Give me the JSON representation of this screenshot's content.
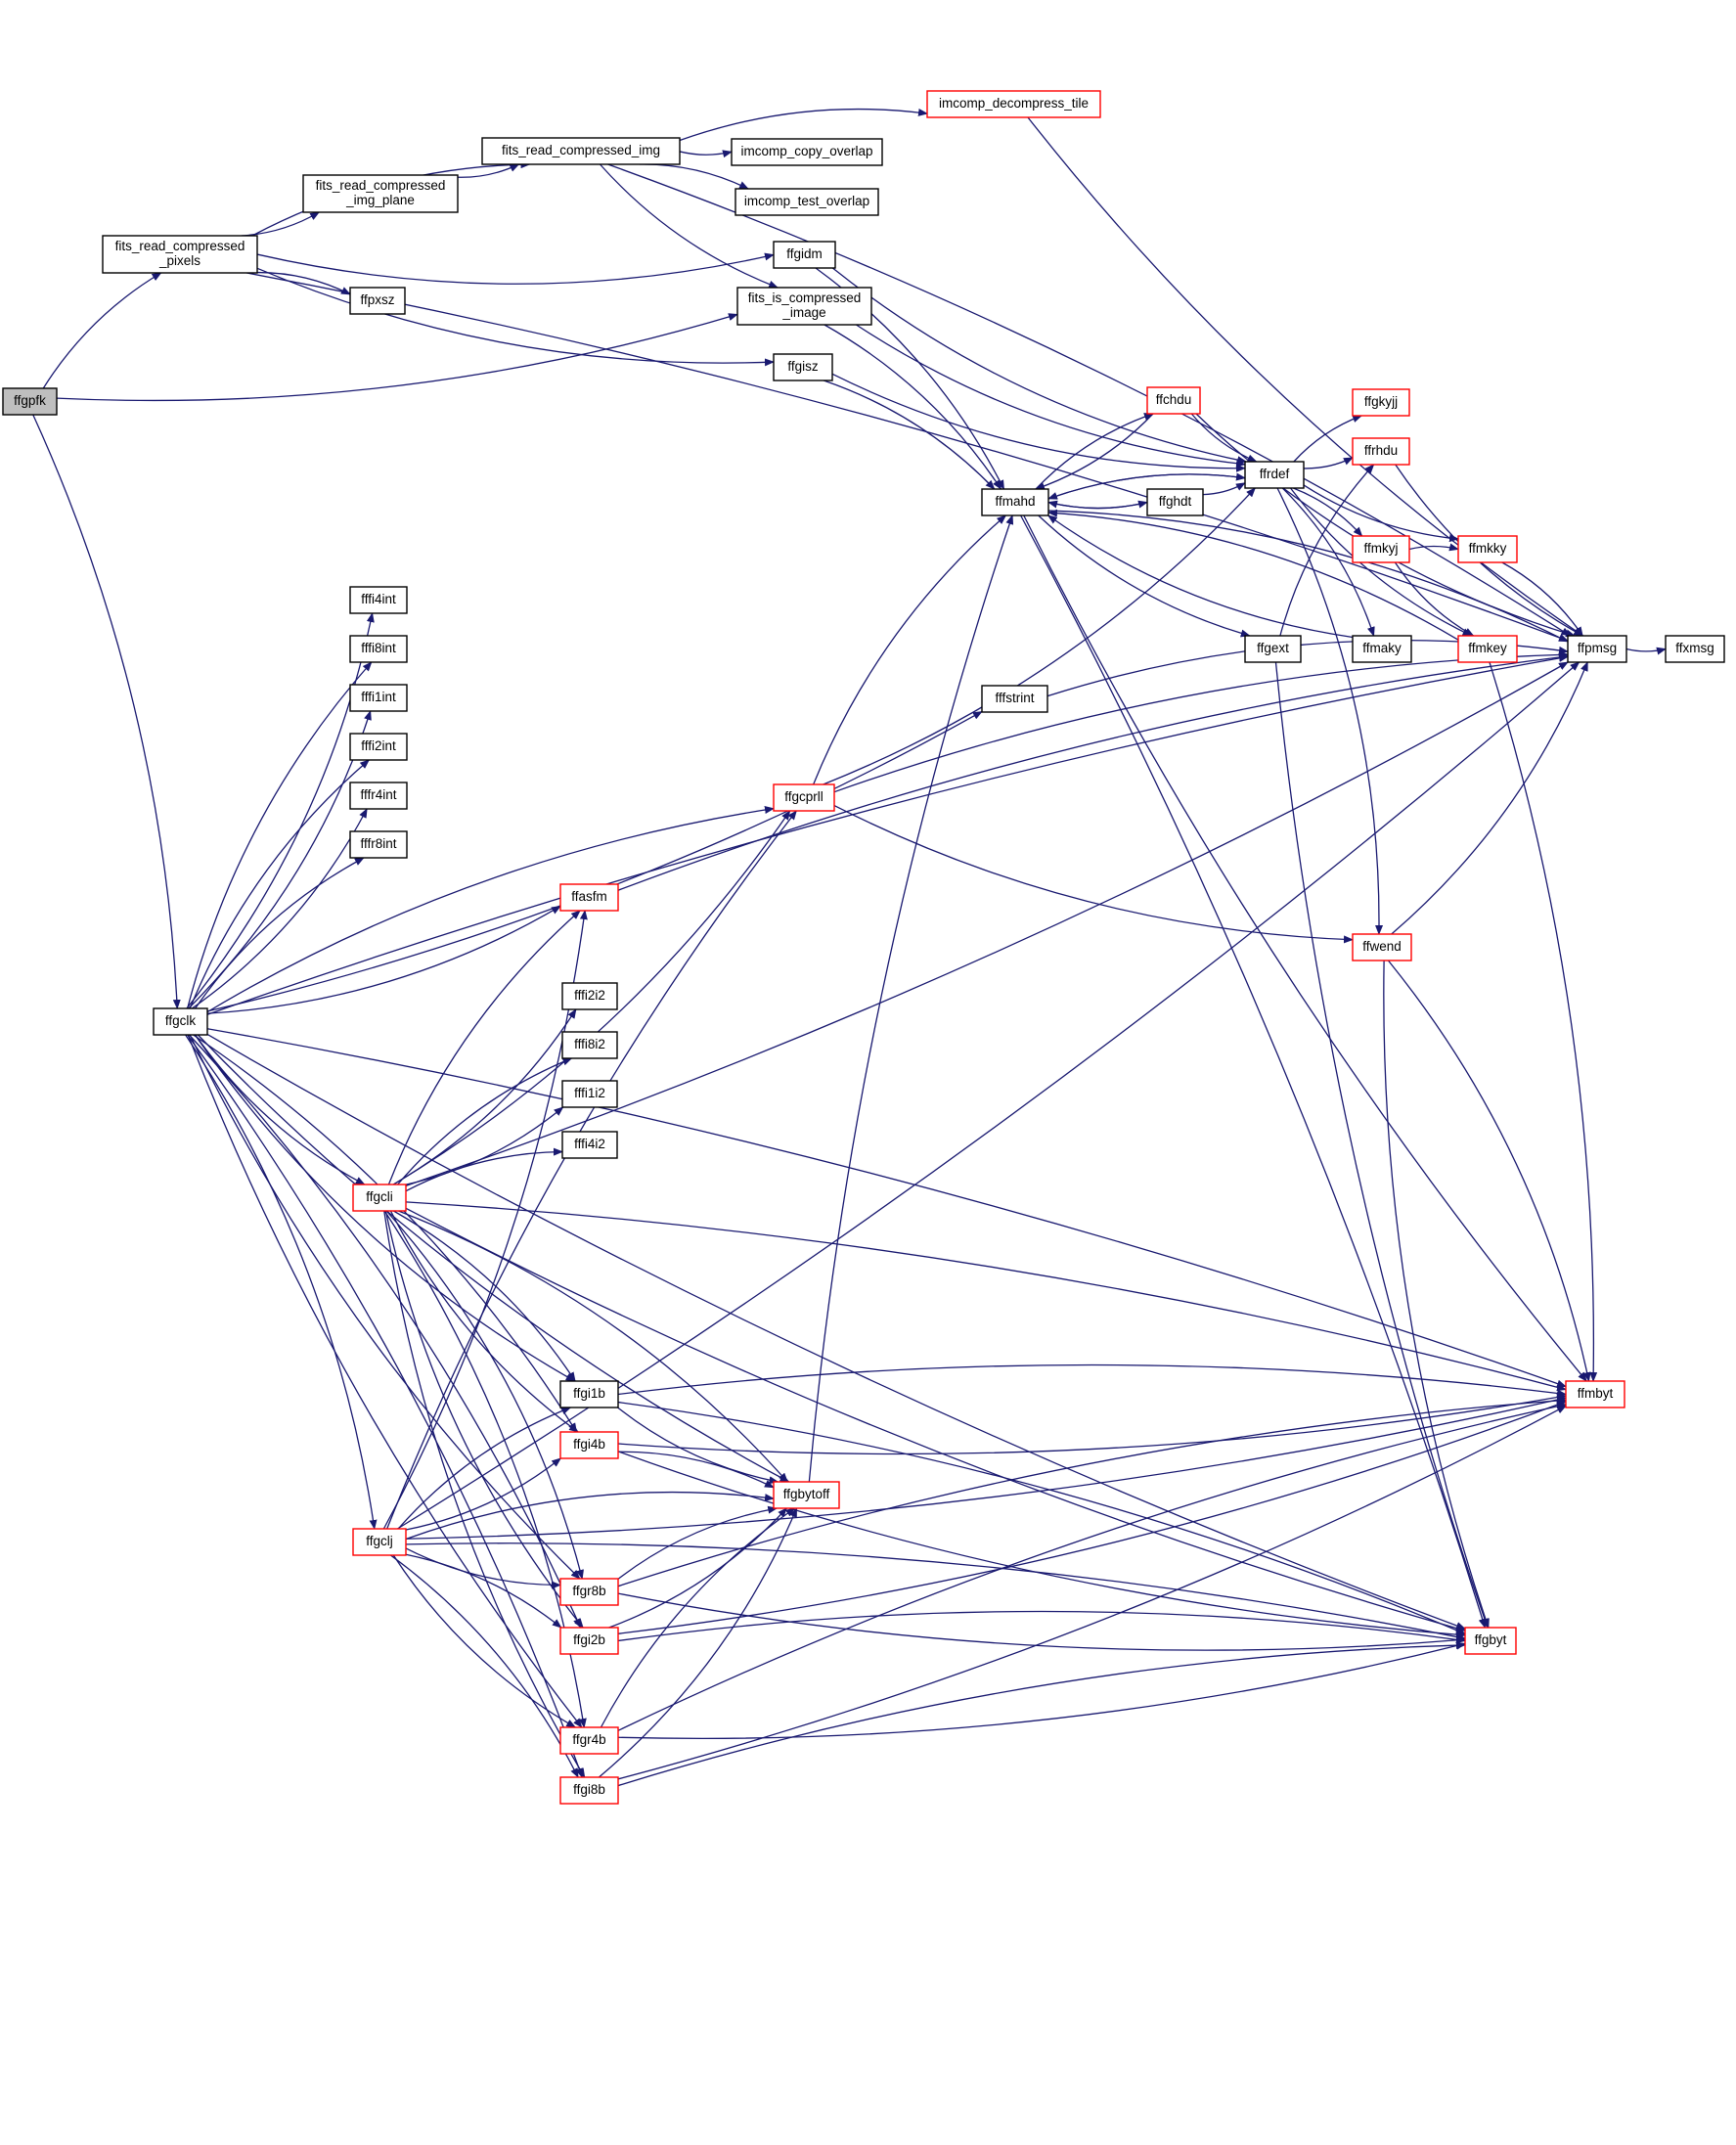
{
  "colors": {
    "edge": "#191970",
    "node_border": "#000000",
    "node_border_truncated": "#ff0000",
    "root_fill": "#bfbfbf",
    "node_fill": "#ffffff"
  },
  "nodes": [
    {
      "id": "ffgpfk",
      "lines": [
        "ffgpfk"
      ],
      "style": "root"
    },
    {
      "id": "frcp",
      "lines": [
        "fits_read_compressed",
        "_pixels"
      ],
      "style": "normal"
    },
    {
      "id": "frcimgplane",
      "lines": [
        "fits_read_compressed",
        "_img_plane"
      ],
      "style": "normal"
    },
    {
      "id": "frcimg",
      "lines": [
        "fits_read_compressed_img"
      ],
      "style": "normal"
    },
    {
      "id": "idecomp",
      "lines": [
        "imcomp_decompress_tile"
      ],
      "style": "truncated"
    },
    {
      "id": "icopy",
      "lines": [
        "imcomp_copy_overlap"
      ],
      "style": "normal"
    },
    {
      "id": "itest",
      "lines": [
        "imcomp_test_overlap"
      ],
      "style": "normal"
    },
    {
      "id": "ffgidm",
      "lines": [
        "ffgidm"
      ],
      "style": "normal"
    },
    {
      "id": "ffpxsz",
      "lines": [
        "ffpxsz"
      ],
      "style": "normal"
    },
    {
      "id": "fisc",
      "lines": [
        "fits_is_compressed",
        "_image"
      ],
      "style": "normal"
    },
    {
      "id": "ffgisz",
      "lines": [
        "ffgisz"
      ],
      "style": "normal"
    },
    {
      "id": "ffmahd",
      "lines": [
        "ffmahd"
      ],
      "style": "normal"
    },
    {
      "id": "ffchdu",
      "lines": [
        "ffchdu"
      ],
      "style": "truncated"
    },
    {
      "id": "ffghdt",
      "lines": [
        "ffghdt"
      ],
      "style": "normal"
    },
    {
      "id": "ffrdef",
      "lines": [
        "ffrdef"
      ],
      "style": "normal"
    },
    {
      "id": "ffgkyjj",
      "lines": [
        "ffgkyjj"
      ],
      "style": "truncated"
    },
    {
      "id": "ffrhdu",
      "lines": [
        "ffrhdu"
      ],
      "style": "truncated"
    },
    {
      "id": "ffmkyj",
      "lines": [
        "ffmkyj"
      ],
      "style": "truncated"
    },
    {
      "id": "ffmkky",
      "lines": [
        "ffmkky"
      ],
      "style": "truncated"
    },
    {
      "id": "ffgext",
      "lines": [
        "ffgext"
      ],
      "style": "normal"
    },
    {
      "id": "ffmaky",
      "lines": [
        "ffmaky"
      ],
      "style": "normal"
    },
    {
      "id": "ffmkey",
      "lines": [
        "ffmkey"
      ],
      "style": "truncated"
    },
    {
      "id": "ffpmsg",
      "lines": [
        "ffpmsg"
      ],
      "style": "normal"
    },
    {
      "id": "ffxmsg",
      "lines": [
        "ffxmsg"
      ],
      "style": "normal"
    },
    {
      "id": "fffstrint",
      "lines": [
        "fffstrint"
      ],
      "style": "normal"
    },
    {
      "id": "fffi4int",
      "lines": [
        "fffi4int"
      ],
      "style": "normal"
    },
    {
      "id": "fffi8int",
      "lines": [
        "fffi8int"
      ],
      "style": "normal"
    },
    {
      "id": "fffi1int",
      "lines": [
        "fffi1int"
      ],
      "style": "normal"
    },
    {
      "id": "fffi2int",
      "lines": [
        "fffi2int"
      ],
      "style": "normal"
    },
    {
      "id": "fffr4int",
      "lines": [
        "fffr4int"
      ],
      "style": "normal"
    },
    {
      "id": "fffr8int",
      "lines": [
        "fffr8int"
      ],
      "style": "normal"
    },
    {
      "id": "ffgcprll",
      "lines": [
        "ffgcprll"
      ],
      "style": "truncated"
    },
    {
      "id": "ffasfm",
      "lines": [
        "ffasfm"
      ],
      "style": "truncated"
    },
    {
      "id": "ffgclk",
      "lines": [
        "ffgclk"
      ],
      "style": "normal"
    },
    {
      "id": "ffwend",
      "lines": [
        "ffwend"
      ],
      "style": "truncated"
    },
    {
      "id": "fffi2i2",
      "lines": [
        "fffi2i2"
      ],
      "style": "normal"
    },
    {
      "id": "fffi8i2",
      "lines": [
        "fffi8i2"
      ],
      "style": "normal"
    },
    {
      "id": "fffi1i2",
      "lines": [
        "fffi1i2"
      ],
      "style": "normal"
    },
    {
      "id": "fffi4i2",
      "lines": [
        "fffi4i2"
      ],
      "style": "normal"
    },
    {
      "id": "ffgcli",
      "lines": [
        "ffgcli"
      ],
      "style": "truncated"
    },
    {
      "id": "ffgi1b",
      "lines": [
        "ffgi1b"
      ],
      "style": "normal"
    },
    {
      "id": "ffmbyt",
      "lines": [
        "ffmbyt"
      ],
      "style": "truncated"
    },
    {
      "id": "ffgi4b",
      "lines": [
        "ffgi4b"
      ],
      "style": "truncated"
    },
    {
      "id": "ffgbytoff",
      "lines": [
        "ffgbytoff"
      ],
      "style": "truncated"
    },
    {
      "id": "ffgclj",
      "lines": [
        "ffgclj"
      ],
      "style": "truncated"
    },
    {
      "id": "ffgr8b",
      "lines": [
        "ffgr8b"
      ],
      "style": "truncated"
    },
    {
      "id": "ffgbyt",
      "lines": [
        "ffgbyt"
      ],
      "style": "truncated"
    },
    {
      "id": "ffgi2b",
      "lines": [
        "ffgi2b"
      ],
      "style": "truncated"
    },
    {
      "id": "ffgr4b",
      "lines": [
        "ffgr4b"
      ],
      "style": "truncated"
    },
    {
      "id": "ffgi8b",
      "lines": [
        "ffgi8b"
      ],
      "style": "truncated"
    }
  ],
  "edges": [
    [
      "ffgpfk",
      "frcp"
    ],
    [
      "ffgpfk",
      "fisc"
    ],
    [
      "ffgpfk",
      "ffgclk"
    ],
    [
      "frcp",
      "frcimgplane"
    ],
    [
      "frcp",
      "frcimg"
    ],
    [
      "frcp",
      "ffgidm"
    ],
    [
      "frcp",
      "ffpxsz"
    ],
    [
      "frcp",
      "ffgisz"
    ],
    [
      "frcp",
      "ffpmsg"
    ],
    [
      "frcimgplane",
      "frcimg"
    ],
    [
      "frcimg",
      "idecomp"
    ],
    [
      "frcimg",
      "icopy"
    ],
    [
      "frcimg",
      "itest"
    ],
    [
      "frcimg",
      "fisc"
    ],
    [
      "frcimg",
      "ffpmsg"
    ],
    [
      "idecomp",
      "ffpmsg"
    ],
    [
      "ffgidm",
      "ffmahd"
    ],
    [
      "ffgidm",
      "ffrdef"
    ],
    [
      "fisc",
      "ffmahd"
    ],
    [
      "fisc",
      "ffrdef"
    ],
    [
      "ffgisz",
      "ffmahd"
    ],
    [
      "ffgisz",
      "ffrdef"
    ],
    [
      "ffmahd",
      "ffchdu"
    ],
    [
      "ffmahd",
      "ffghdt"
    ],
    [
      "ffmahd",
      "ffrdef"
    ],
    [
      "ffmahd",
      "ffgext"
    ],
    [
      "ffmahd",
      "ffgbyt"
    ],
    [
      "ffmahd",
      "ffmbyt"
    ],
    [
      "ffmahd",
      "ffpmsg"
    ],
    [
      "ffchdu",
      "ffrdef"
    ],
    [
      "ffchdu",
      "ffmahd"
    ],
    [
      "ffchdu",
      "ffpmsg"
    ],
    [
      "ffghdt",
      "ffmahd"
    ],
    [
      "ffghdt",
      "ffrdef"
    ],
    [
      "ffrdef",
      "ffgkyjj"
    ],
    [
      "ffrdef",
      "ffrhdu"
    ],
    [
      "ffrdef",
      "ffmkyj"
    ],
    [
      "ffrdef",
      "ffmkky"
    ],
    [
      "ffrdef",
      "ffmaky"
    ],
    [
      "ffrdef",
      "ffmkey"
    ],
    [
      "ffrdef",
      "ffwend"
    ],
    [
      "ffrdef",
      "ffmahd"
    ],
    [
      "ffmkyj",
      "ffmkky"
    ],
    [
      "ffmkyj",
      "ffmkey"
    ],
    [
      "ffmkky",
      "ffpmsg"
    ],
    [
      "ffrhdu",
      "ffpmsg"
    ],
    [
      "ffgext",
      "ffrhdu"
    ],
    [
      "ffgext",
      "ffgbyt"
    ],
    [
      "ffmaky",
      "ffmahd"
    ],
    [
      "ffmkey",
      "ffmahd"
    ],
    [
      "ffmkey",
      "ffmbyt"
    ],
    [
      "ffpmsg",
      "ffxmsg"
    ],
    [
      "fffstrint",
      "ffpmsg"
    ],
    [
      "ffgclk",
      "fffi4int"
    ],
    [
      "ffgclk",
      "fffi8int"
    ],
    [
      "ffgclk",
      "fffi1int"
    ],
    [
      "ffgclk",
      "fffi2int"
    ],
    [
      "ffgclk",
      "fffr4int"
    ],
    [
      "ffgclk",
      "fffr8int"
    ],
    [
      "ffgclk",
      "fffstrint"
    ],
    [
      "ffgclk",
      "ffgcprll"
    ],
    [
      "ffgclk",
      "ffasfm"
    ],
    [
      "ffgclk",
      "ffpmsg"
    ],
    [
      "ffgclk",
      "ffgcli"
    ],
    [
      "ffgclk",
      "ffgclj"
    ],
    [
      "ffgclk",
      "ffgi1b"
    ],
    [
      "ffgclk",
      "ffgi4b"
    ],
    [
      "ffgclk",
      "ffgr8b"
    ],
    [
      "ffgclk",
      "ffgi2b"
    ],
    [
      "ffgclk",
      "ffgr4b"
    ],
    [
      "ffgclk",
      "ffgi8b"
    ],
    [
      "ffgclk",
      "ffgbytoff"
    ],
    [
      "ffgclk",
      "ffmbyt"
    ],
    [
      "ffgclk",
      "ffgbyt"
    ],
    [
      "ffgcprll",
      "ffmahd"
    ],
    [
      "ffgcprll",
      "ffrdef"
    ],
    [
      "ffgcprll",
      "ffpmsg"
    ],
    [
      "ffgcprll",
      "ffwend"
    ],
    [
      "ffasfm",
      "ffpmsg"
    ],
    [
      "ffwend",
      "ffpmsg"
    ],
    [
      "ffwend",
      "ffmbyt"
    ],
    [
      "ffwend",
      "ffgbyt"
    ],
    [
      "ffgcli",
      "ffasfm"
    ],
    [
      "ffgcli",
      "fffi2i2"
    ],
    [
      "ffgcli",
      "fffi8i2"
    ],
    [
      "ffgcli",
      "fffi1i2"
    ],
    [
      "ffgcli",
      "fffi4i2"
    ],
    [
      "ffgcli",
      "ffpmsg"
    ],
    [
      "ffgcli",
      "ffmbyt"
    ],
    [
      "ffgcli",
      "ffgbyt"
    ],
    [
      "ffgcli",
      "ffgi1b"
    ],
    [
      "ffgcli",
      "ffgi4b"
    ],
    [
      "ffgcli",
      "ffgr8b"
    ],
    [
      "ffgcli",
      "ffgi2b"
    ],
    [
      "ffgcli",
      "ffgr4b"
    ],
    [
      "ffgcli",
      "ffgi8b"
    ],
    [
      "ffgcli",
      "ffgbytoff"
    ],
    [
      "ffgcli",
      "ffgcprll"
    ],
    [
      "ffgclj",
      "ffgcprll"
    ],
    [
      "ffgclj",
      "ffasfm"
    ],
    [
      "ffgclj",
      "ffgi1b"
    ],
    [
      "ffgclj",
      "ffgi4b"
    ],
    [
      "ffgclj",
      "ffgbytoff"
    ],
    [
      "ffgclj",
      "ffgr8b"
    ],
    [
      "ffgclj",
      "ffgi2b"
    ],
    [
      "ffgclj",
      "ffgr4b"
    ],
    [
      "ffgclj",
      "ffgi8b"
    ],
    [
      "ffgclj",
      "ffmbyt"
    ],
    [
      "ffgclj",
      "ffgbyt"
    ],
    [
      "ffgclj",
      "ffpmsg"
    ],
    [
      "ffgi1b",
      "ffmbyt"
    ],
    [
      "ffgi1b",
      "ffgbytoff"
    ],
    [
      "ffgi1b",
      "ffgbyt"
    ],
    [
      "ffgi4b",
      "ffmbyt"
    ],
    [
      "ffgi4b",
      "ffgbytoff"
    ],
    [
      "ffgi4b",
      "ffgbyt"
    ],
    [
      "ffgr8b",
      "ffgbytoff"
    ],
    [
      "ffgr8b",
      "ffgbyt"
    ],
    [
      "ffgr8b",
      "ffmbyt"
    ],
    [
      "ffgi2b",
      "ffgbytoff"
    ],
    [
      "ffgi2b",
      "ffgbyt"
    ],
    [
      "ffgi2b",
      "ffmbyt"
    ],
    [
      "ffgr4b",
      "ffgbytoff"
    ],
    [
      "ffgr4b",
      "ffgbyt"
    ],
    [
      "ffgr4b",
      "ffmbyt"
    ],
    [
      "ffgi8b",
      "ffgbytoff"
    ],
    [
      "ffgi8b",
      "ffgbyt"
    ],
    [
      "ffgi8b",
      "ffmbyt"
    ],
    [
      "ffgbytoff",
      "ffmahd"
    ]
  ]
}
